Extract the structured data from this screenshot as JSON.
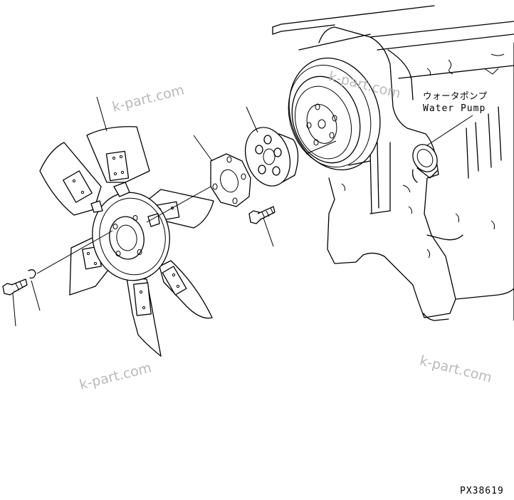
{
  "labels": {
    "water_pump_jp": "ウォータポンプ",
    "water_pump_en": "Water Pump"
  },
  "drawing_code": "PX38619",
  "watermark": "k-part.com",
  "colors": {
    "line": "#000000",
    "watermark": "#b9b9b9",
    "background": "#ffffff"
  }
}
